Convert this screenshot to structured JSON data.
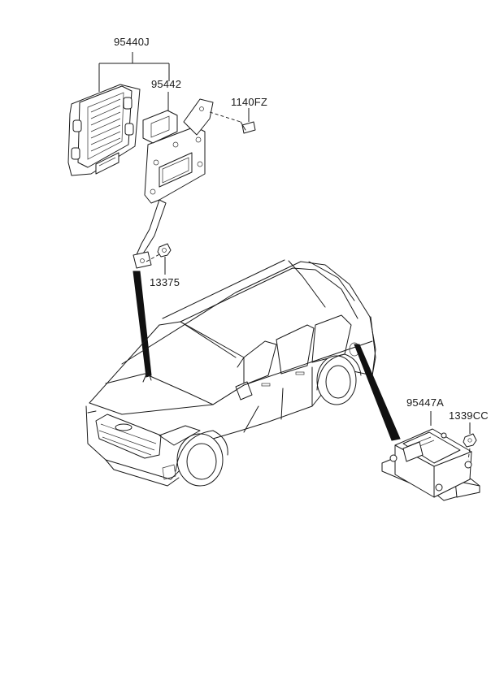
{
  "diagram": {
    "labels": {
      "ecu_assembly": "95440J",
      "ecu_bracket": "95442",
      "bolt": "1140FZ",
      "nut": "13375",
      "airbag_module": "95447A",
      "module_nut": "1339CC"
    }
  }
}
